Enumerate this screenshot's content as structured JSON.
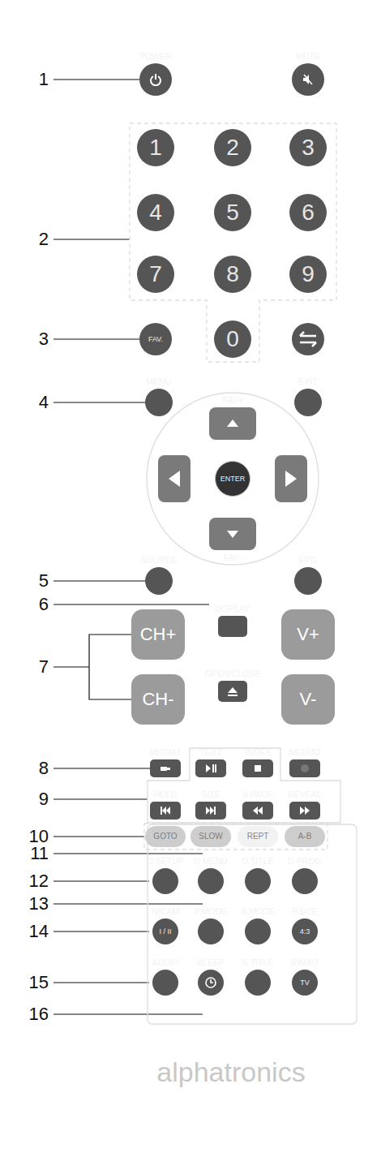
{
  "diagram": {
    "nodes": [
      {
        "text": [
          "alphatronics"
        ]
      },
      {
        "text": [
          "POWER"
        ],
        "in": 0
      },
      {
        "text": [
          "MUTE"
        ],
        "in": 0
      },
      {
        "text": [
          "1"
        ],
        "in": 0
      },
      {
        "text": [
          "2"
        ],
        "in": 0
      },
      {
        "text": [
          "3"
        ],
        "in": 0
      },
      {
        "text": [
          "4"
        ],
        "in": 0
      },
      {
        "text": [
          "5"
        ],
        "in": 0
      },
      {
        "text": [
          "6"
        ],
        "in": 0
      },
      {
        "text": [
          "7"
        ],
        "in": 0
      },
      {
        "text": [
          "8"
        ],
        "in": 0
      },
      {
        "text": [
          "9"
        ],
        "in": 0
      },
      {
        "text": [
          "FAV."
        ],
        "in": 0
      },
      {
        "text": [
          "0"
        ],
        "in": 0
      },
      {
        "text": [
          "MENU"
        ],
        "in": 0
      },
      {
        "text": [
          "EXIT"
        ],
        "in": 0
      },
      {
        "text": [
          "FAV+"
        ],
        "in": 0
      },
      {
        "text": [
          "ENTER"
        ],
        "in": 0
      },
      {
        "text": [
          "FAV-"
        ],
        "in": 0
      },
      {
        "text": [
          "SOURCE"
        ],
        "in": 0
      },
      {
        "text": [
          "EPG"
        ],
        "in": 0
      },
      {
        "text": [
          "DISPLAY"
        ],
        "in": 0
      },
      {
        "text": [
          "CH+"
        ],
        "in": 0
      },
      {
        "text": [
          "V+"
        ],
        "in": 0
      },
      {
        "text": [
          "OPEN/CLOSE"
        ],
        "in": 0
      },
      {
        "text": [
          "CH-"
        ],
        "in": 0
      },
      {
        "text": [
          "V-"
        ],
        "in": 0
      },
      {
        "text": [
          "MEDIA1"
        ],
        "in": 0
      },
      {
        "text": [
          "TEXT"
        ],
        "in": 0
      },
      {
        "text": [
          "INDEX"
        ],
        "in": 0
      },
      {
        "text": [
          "MEDIA2"
        ],
        "in": 0
      },
      {
        "text": [
          "HOLD"
        ],
        "in": 0
      },
      {
        "text": [
          "SIZE"
        ],
        "in": 0
      },
      {
        "text": [
          "S.PAGE"
        ],
        "in": 0
      },
      {
        "text": [
          "REVEAL"
        ],
        "in": 0
      },
      {
        "text": [
          "GOTO"
        ],
        "in": 0
      },
      {
        "text": [
          "SLOW"
        ],
        "in": 0
      },
      {
        "text": [
          "REPT"
        ],
        "in": 0
      },
      {
        "text": [
          "A-B"
        ],
        "in": 0
      },
      {
        "text": [
          "D.SETUP"
        ],
        "in": 0
      },
      {
        "text": [
          "D.MENU"
        ],
        "in": 0
      },
      {
        "text": [
          "D.TITLE"
        ],
        "in": 0
      },
      {
        "text": [
          "D.PROG"
        ],
        "in": 0
      },
      {
        "text": [
          "NICAM",
          "I / II"
        ],
        "in": 0
      },
      {
        "text": [
          "P.MODE"
        ],
        "in": 0
      },
      {
        "text": [
          "S.MODE"
        ],
        "in": 0
      },
      {
        "text": [
          "P.SIZE",
          "4:3"
        ],
        "in": 0
      },
      {
        "text": [
          "AUDIO"
        ],
        "in": 0
      },
      {
        "text": [
          "SLEEP"
        ],
        "in": 0
      },
      {
        "text": [
          "S.TITLE"
        ],
        "in": 0
      },
      {
        "text": [
          "RADIO",
          "TV"
        ],
        "in": 0
      }
    ],
    "labels": [
      "1",
      "2",
      "3",
      "4",
      "5",
      "6",
      "7",
      "8",
      "9",
      "10",
      "11",
      "12",
      "13",
      "14",
      "15",
      "16"
    ]
  }
}
